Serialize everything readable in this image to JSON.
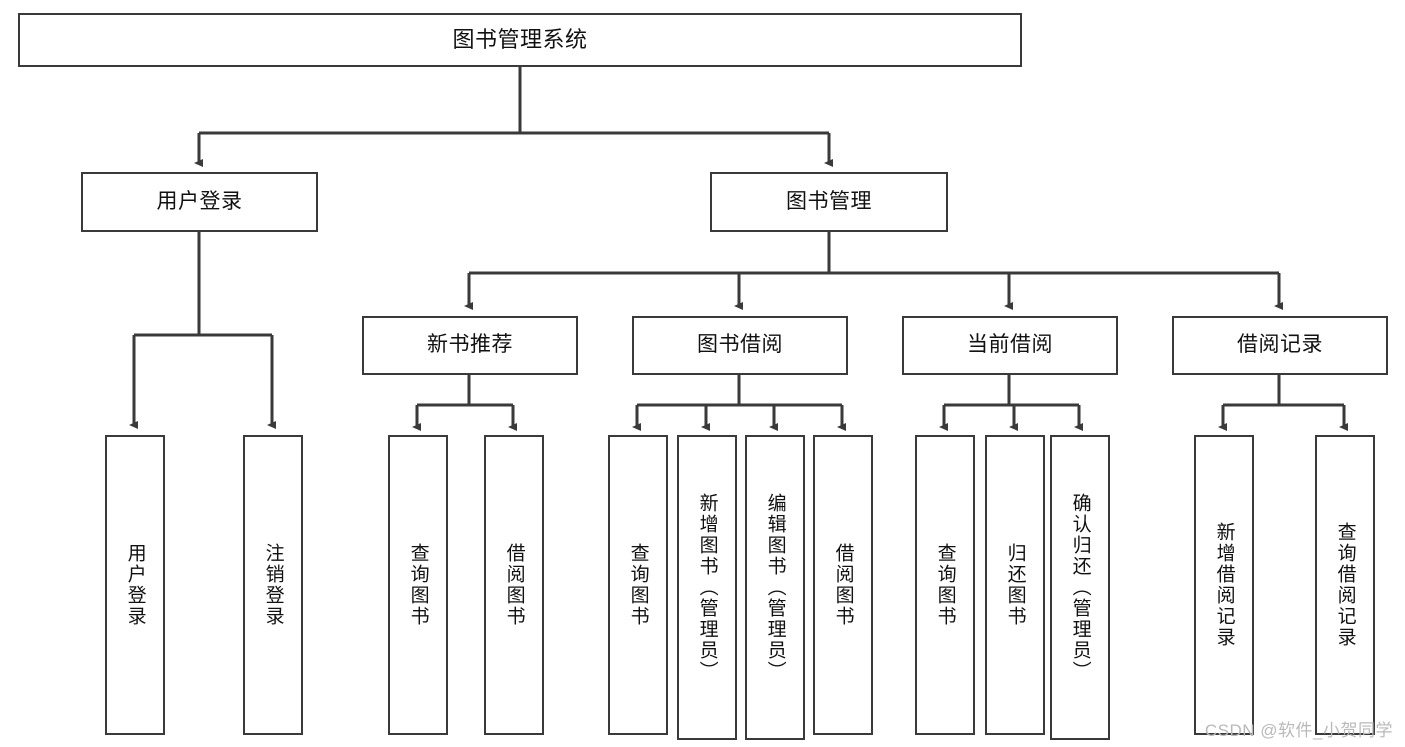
{
  "diagram": {
    "title": "图书管理系统",
    "type": "tree-hierarchy",
    "orientation": "top-down",
    "style": {
      "box_border_color": "#3a3a3a",
      "box_fill_color": "#ffffff",
      "connector_color": "#3a3a3a",
      "background_color": "#ffffff",
      "text_color": "#111111"
    }
  },
  "nodes": {
    "root": {
      "label": "图书管理系统"
    },
    "level1": [
      {
        "label": "用户登录"
      },
      {
        "label": "图书管理"
      }
    ],
    "level2": [
      {
        "label": "新书推荐"
      },
      {
        "label": "图书借阅"
      },
      {
        "label": "当前借阅"
      },
      {
        "label": "借阅记录"
      }
    ],
    "leaves": {
      "user_login": [
        {
          "label": "用户登录"
        },
        {
          "label": "注销登录"
        }
      ],
      "new_book_recommend": [
        {
          "label": "查询图书"
        },
        {
          "label": "借阅图书"
        }
      ],
      "book_borrow": [
        {
          "label": "查询图书"
        },
        {
          "label": "新增图书（管理员）"
        },
        {
          "label": "编辑图书（管理员）"
        },
        {
          "label": "借阅图书"
        }
      ],
      "current_borrow": [
        {
          "label": "查询图书"
        },
        {
          "label": "归还图书"
        },
        {
          "label": "确认归还（管理员）"
        }
      ],
      "borrow_record": [
        {
          "label": "新增借阅记录"
        },
        {
          "label": "查询借阅记录"
        }
      ]
    }
  },
  "watermark": {
    "text": "CSDN @软件_小贺同学"
  }
}
